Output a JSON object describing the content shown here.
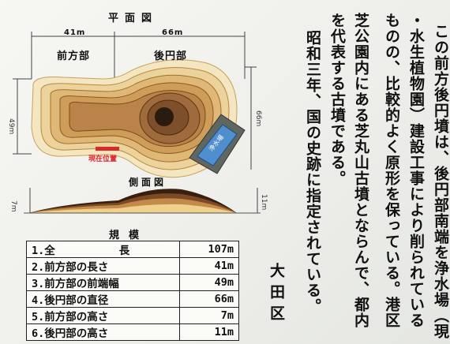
{
  "plan": {
    "title": "平面図",
    "dim_front": "41m",
    "dim_rear": "66m",
    "label_front": "前方部",
    "label_rear": "後円部",
    "dim_side_left": "49m",
    "dim_side_right": "66m",
    "current_position": "現在位置",
    "water_tower": "浄水場"
  },
  "side": {
    "title": "側面図",
    "dim_left": "7m",
    "dim_right": "11m"
  },
  "scale": {
    "title": "規模",
    "rows": [
      {
        "label": "1.全　　　　　　長",
        "value": "107m"
      },
      {
        "label": "2.前方部の長さ",
        "value": "41m"
      },
      {
        "label": "3.前方部の前端幅",
        "value": "49m"
      },
      {
        "label": "4.後円部の直径",
        "value": "66m"
      },
      {
        "label": "5.前方部の高さ",
        "value": "7m"
      },
      {
        "label": "6.後円部の高さ",
        "value": "11m"
      }
    ]
  },
  "text_columns": [
    "この前方後円墳は、後円部南端を浄水場（現",
    "・水生植物園）建設工事により削られている",
    "ものの、比較的よく原形を保っている。港区",
    "芝公園内にある芝丸山古墳とならんで、都内",
    "を代表する古墳である。",
    "昭和三年、国の史跡に指定されている。"
  ],
  "ward": "大田区"
}
